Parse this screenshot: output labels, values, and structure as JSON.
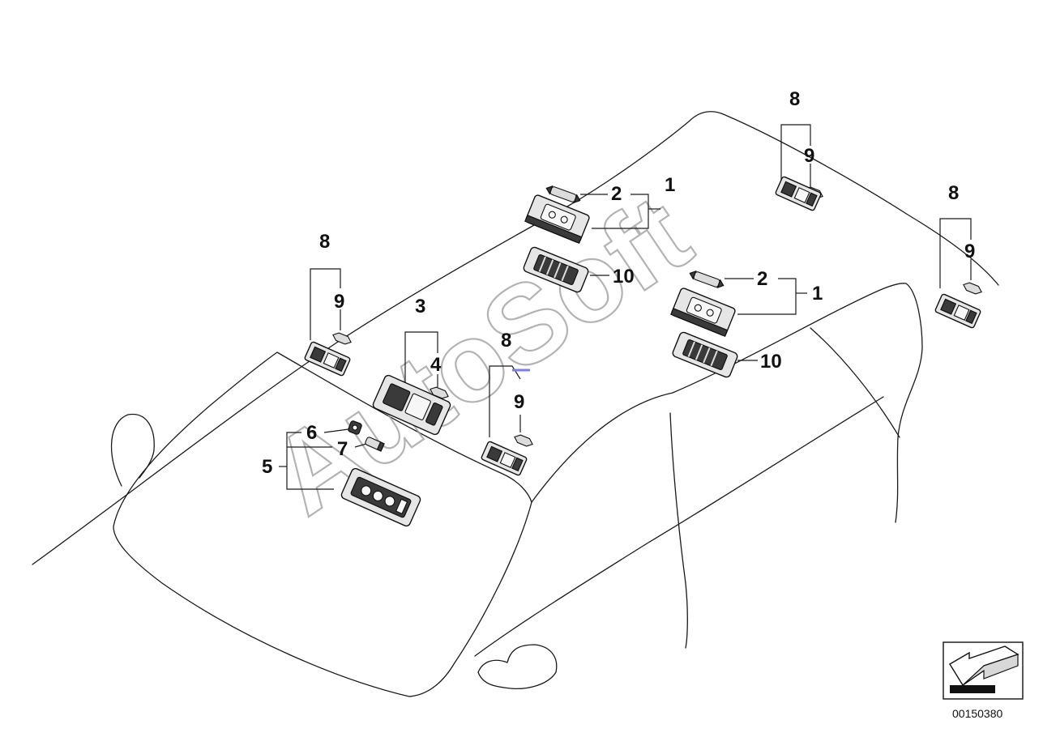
{
  "watermark": "AutoSoft",
  "diagram_number": "00150380",
  "callouts": {
    "c1a": "1",
    "c2a": "2",
    "c10a": "10",
    "c1b": "1",
    "c2b": "2",
    "c10b": "10",
    "c3": "3",
    "c4": "4",
    "c5": "5",
    "c6": "6",
    "c7": "7",
    "c8a": "8",
    "c9a": "9",
    "c8b": "8",
    "c9b": "9",
    "c8c": "8",
    "c9c": "9",
    "c8d": "8",
    "c9d": "9"
  },
  "icons": {
    "reference": "arrow-reference-icon"
  }
}
